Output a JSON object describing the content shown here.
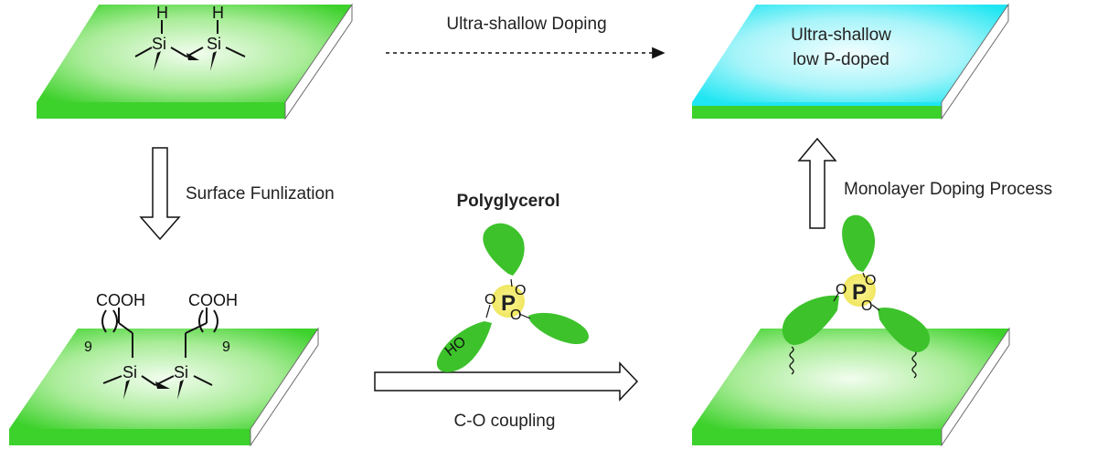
{
  "steps": {
    "top_arrow_label": "Ultra-shallow Doping",
    "down_arrow_label": "Surface Funlization",
    "right_arrow_label": "C-O coupling",
    "up_arrow_label": "Monolayer Doping Process"
  },
  "doped_slab": {
    "line1": "Ultra-shallow",
    "line2": "low P-doped"
  },
  "polyglycerol": {
    "title": "Polyglycerol",
    "phosphorus": "P",
    "oxygen": "O",
    "hydroxyl": "HO"
  },
  "molecule_top": {
    "hydrogen": "H",
    "silicon": "Si"
  },
  "molecule_bottom": {
    "acid": "COOH",
    "silicon": "Si",
    "repeat": "9"
  },
  "colors": {
    "slab_green": "#3dd12c",
    "slab_green_light": "#c9f4be",
    "slab_cyan": "#1fe6f2",
    "lobe_green": "#3dc22b",
    "phosphorus_glow": "#f4f07a"
  }
}
